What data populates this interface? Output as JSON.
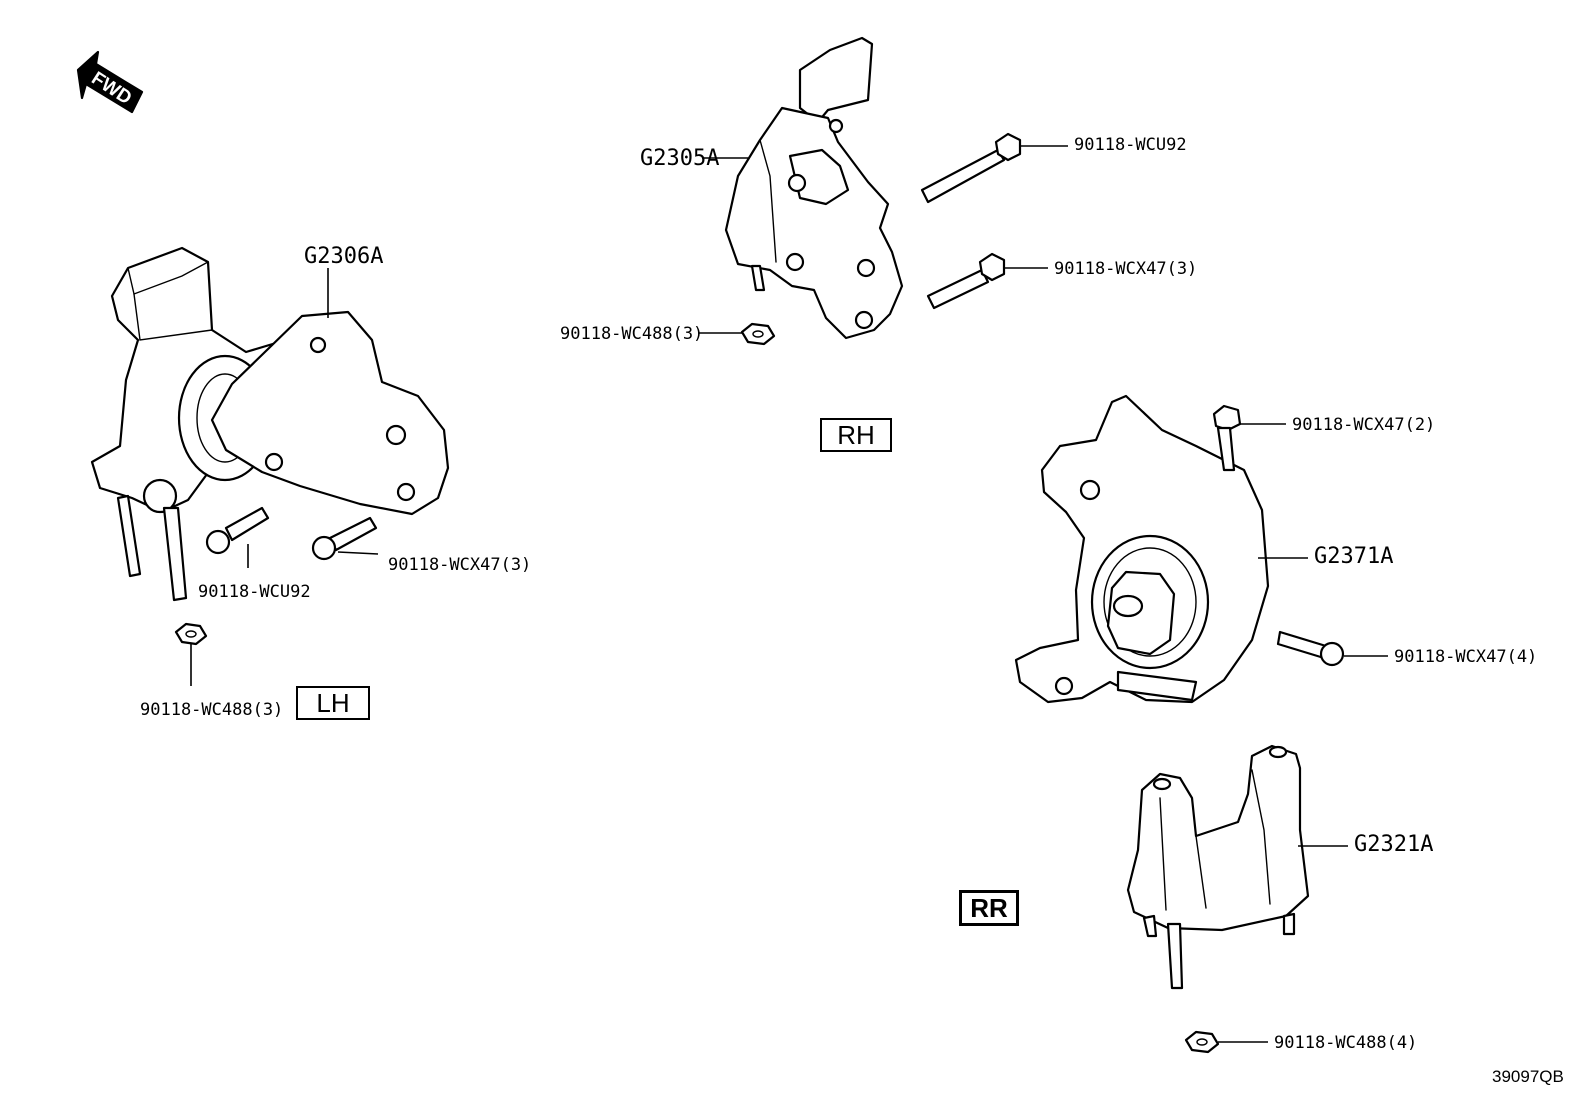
{
  "direction_arrow": "FWD",
  "position_labels": {
    "lh": "LH",
    "rh": "RH",
    "rr": "RR"
  },
  "callouts": {
    "lh_mount": "G2306A",
    "lh_bolt_wcu92": "90118-WCU92",
    "lh_bolt_wcx47": "90118-WCX47(3)",
    "lh_nut_wc488": "90118-WC488(3)",
    "rh_mount": "G2305A",
    "rh_bolt_wcu92": "90118-WCU92",
    "rh_bolt_wcx47": "90118-WCX47(3)",
    "rh_nut_wc488": "90118-WC488(3)",
    "rr_bolt_wcx47_2": "90118-WCX47(2)",
    "rr_mount": "G2371A",
    "rr_bolt_wcx47_4": "90118-WCX47(4)",
    "rr_bracket": "G2321A",
    "rr_nut_wc488": "90118-WC488(4)"
  },
  "diagram_code": "39097QB"
}
